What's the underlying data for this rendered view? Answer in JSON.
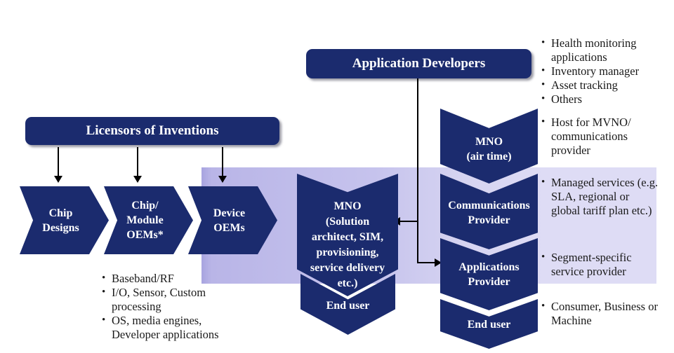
{
  "title_boxes": {
    "licensors": "Licensors of Inventions",
    "application_developers": "Application Developers"
  },
  "supply_chain": {
    "chip_designs": [
      "Chip",
      "Designs"
    ],
    "chip_module_oems": [
      "Chip/",
      "Module",
      "OEMs*"
    ],
    "device_oems": [
      "Device",
      "OEMs"
    ],
    "mno_solution": [
      "MNO",
      "(Solution",
      "architect, SIM,",
      "provisioning,",
      "service delivery",
      "etc.)"
    ],
    "end_user_center": "End user"
  },
  "service_chain": {
    "mno_airtime": [
      "MNO",
      "(air time)"
    ],
    "communications_provider": [
      "Communications",
      "Provider"
    ],
    "applications_provider": [
      "Applications",
      "Provider"
    ],
    "end_user": "End user"
  },
  "notes": {
    "application_examples": [
      "Health monitoring applications",
      "Inventory manager",
      "Asset tracking",
      "Others"
    ],
    "mno_airtime_note": [
      "Host for MVNO/ communications provider"
    ],
    "communications_note": [
      "Managed services (e.g. SLA, regional or global tariff plan etc.)"
    ],
    "applications_note": [
      "Segment-specific service provider"
    ],
    "end_user_note": [
      "Consumer, Business or Machine"
    ],
    "chip_module_components": [
      "Baseband/RF",
      "I/O, Sensor, Custom processing",
      "OS, media engines, Developer applications"
    ]
  },
  "colors": {
    "navy": "#1b2b6e",
    "band_left": "#a8a4e0",
    "band_mid": "#c6c3ed",
    "band_right": "#dedcf5",
    "arrow": "#000000",
    "label_text": "#ffffff",
    "note_text": "#1a1a1a"
  }
}
